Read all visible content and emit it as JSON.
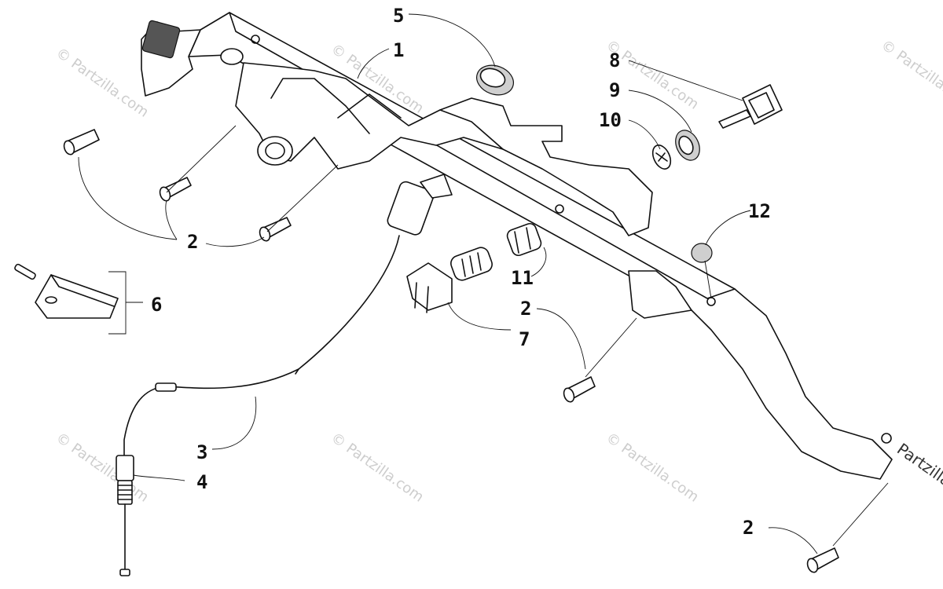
{
  "callouts": {
    "c1": "1",
    "c2a": "2",
    "c2b": "2",
    "c2c": "2",
    "c3": "3",
    "c4": "4",
    "c5": "5",
    "c6": "6",
    "c7": "7",
    "c8": "8",
    "c9": "9",
    "c10": "10",
    "c11": "11",
    "c12": "12"
  },
  "watermark": {
    "text": "© Partzilla.com",
    "corner_text": "Partzilla"
  }
}
